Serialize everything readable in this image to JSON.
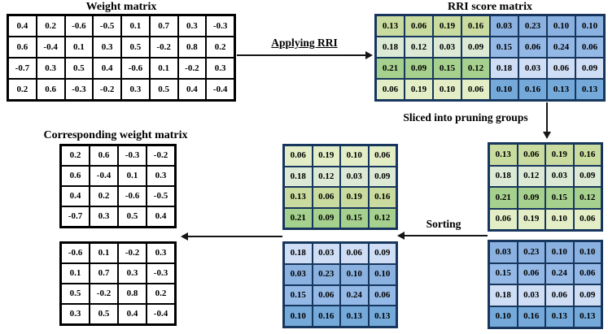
{
  "labels": {
    "weight_title": "Weight matrix",
    "rri_title": "RRI score matrix",
    "corresponding_title": "Corresponding weight matrix",
    "applying_rri": "Applying RRI",
    "sliced": "Sliced into pruning groups",
    "sorting": "Sorting"
  },
  "palette": {
    "g1": "#c9db9e",
    "g2": "#dcead5",
    "g3": "#a6d08e",
    "g4": "#e3eec6",
    "b1": "#8bb1e0",
    "b2": "#95b9e6",
    "b3": "#cfdef5",
    "b4": "#74a9da",
    "colored_border": "#17365d",
    "plain_border": "#000000",
    "arrow": "#151515"
  },
  "matrices": {
    "weight": {
      "values": [
        [
          "0.4",
          "0.2",
          "-0.6",
          "-0.5",
          "0.1",
          "0.7",
          "0.3",
          "-0.3"
        ],
        [
          "0.6",
          "-0.4",
          "0.1",
          "0.3",
          "0.5",
          "-0.2",
          "0.8",
          "0.2"
        ],
        [
          "-0.7",
          "0.3",
          "0.5",
          "0.4",
          "-0.6",
          "0.1",
          "-0.2",
          "0.3"
        ],
        [
          "0.2",
          "0.6",
          "-0.3",
          "-0.2",
          "0.3",
          "0.5",
          "0.4",
          "-0.4"
        ]
      ]
    },
    "rri": {
      "values": [
        [
          "0.13",
          "0.06",
          "0.19",
          "0.16",
          "0.03",
          "0.23",
          "0.10",
          "0.10"
        ],
        [
          "0.18",
          "0.12",
          "0.03",
          "0.09",
          "0.15",
          "0.06",
          "0.24",
          "0.06"
        ],
        [
          "0.21",
          "0.09",
          "0.15",
          "0.12",
          "0.18",
          "0.03",
          "0.06",
          "0.09"
        ],
        [
          "0.06",
          "0.19",
          "0.10",
          "0.06",
          "0.10",
          "0.16",
          "0.13",
          "0.13"
        ]
      ],
      "row_colors": [
        [
          "g1",
          "b1"
        ],
        [
          "g2",
          "b2"
        ],
        [
          "g3",
          "b3"
        ],
        [
          "g4",
          "b4"
        ]
      ]
    },
    "sliced_green": {
      "values": [
        [
          "0.13",
          "0.06",
          "0.19",
          "0.16"
        ],
        [
          "0.18",
          "0.12",
          "0.03",
          "0.09"
        ],
        [
          "0.21",
          "0.09",
          "0.15",
          "0.12"
        ],
        [
          "0.06",
          "0.19",
          "0.10",
          "0.06"
        ]
      ],
      "row_colors": [
        [
          "g1"
        ],
        [
          "g2"
        ],
        [
          "g3"
        ],
        [
          "g4"
        ]
      ]
    },
    "sliced_blue": {
      "values": [
        [
          "0.03",
          "0.23",
          "0.10",
          "0.10"
        ],
        [
          "0.15",
          "0.06",
          "0.24",
          "0.06"
        ],
        [
          "0.18",
          "0.03",
          "0.06",
          "0.09"
        ],
        [
          "0.10",
          "0.16",
          "0.13",
          "0.13"
        ]
      ],
      "row_colors": [
        [
          "b1"
        ],
        [
          "b2"
        ],
        [
          "b3"
        ],
        [
          "b4"
        ]
      ]
    },
    "sorted_green": {
      "values": [
        [
          "0.06",
          "0.19",
          "0.10",
          "0.06"
        ],
        [
          "0.18",
          "0.12",
          "0.03",
          "0.09"
        ],
        [
          "0.13",
          "0.06",
          "0.19",
          "0.16"
        ],
        [
          "0.21",
          "0.09",
          "0.15",
          "0.12"
        ]
      ],
      "row_colors": [
        [
          "g4"
        ],
        [
          "g2"
        ],
        [
          "g1"
        ],
        [
          "g3"
        ]
      ]
    },
    "sorted_blue": {
      "values": [
        [
          "0.18",
          "0.03",
          "0.06",
          "0.09"
        ],
        [
          "0.03",
          "0.23",
          "0.10",
          "0.10"
        ],
        [
          "0.15",
          "0.06",
          "0.24",
          "0.06"
        ],
        [
          "0.10",
          "0.16",
          "0.13",
          "0.13"
        ]
      ],
      "row_colors": [
        [
          "b3"
        ],
        [
          "b1"
        ],
        [
          "b2"
        ],
        [
          "b4"
        ]
      ]
    },
    "corresponding_top": {
      "values": [
        [
          "0.2",
          "0.6",
          "-0.3",
          "-0.2"
        ],
        [
          "0.6",
          "-0.4",
          "0.1",
          "0.3"
        ],
        [
          "0.4",
          "0.2",
          "-0.6",
          "-0.5"
        ],
        [
          "-0.7",
          "0.3",
          "0.5",
          "0.4"
        ]
      ]
    },
    "corresponding_bottom": {
      "values": [
        [
          "-0.6",
          "0.1",
          "-0.2",
          "0.3"
        ],
        [
          "0.1",
          "0.7",
          "0.3",
          "-0.3"
        ],
        [
          "0.5",
          "-0.2",
          "0.8",
          "0.2"
        ],
        [
          "0.3",
          "0.5",
          "0.4",
          "-0.4"
        ]
      ]
    }
  }
}
